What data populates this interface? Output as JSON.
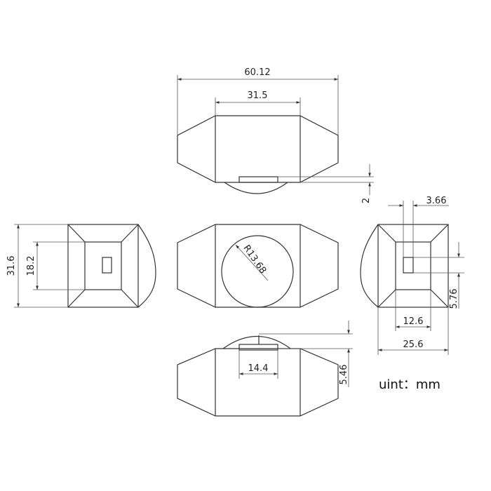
{
  "dimensions": {
    "overall_length": "60.12",
    "top_center_width": "31.5",
    "bottom_lip": "2",
    "right_slot_width": "3.66",
    "left_height": "31.6",
    "left_inner_height": "18.2",
    "radius": "R13.68",
    "right_slot_height": "5.76",
    "right_inner_width": "12.6",
    "right_outer_width": "25.6",
    "bottom_button_width": "14.4",
    "bottom_button_height": "5.46"
  },
  "unit_label": "uint：mm"
}
